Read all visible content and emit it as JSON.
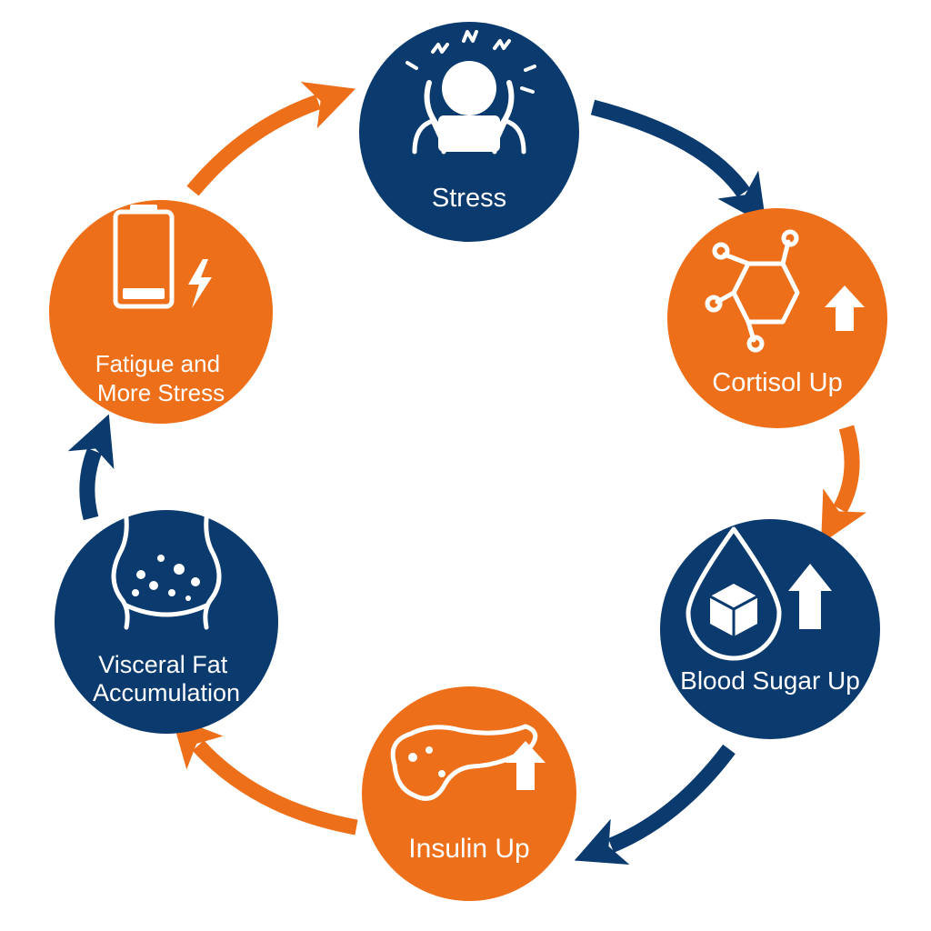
{
  "colors": {
    "navy": "#0b3a6e",
    "orange": "#ee6f19",
    "background": "#ffffff",
    "text": "#ffffff"
  },
  "nodes": [
    {
      "id": "stress",
      "label_lines": [
        "Stress"
      ],
      "color": "navy",
      "icon": "stressed-person-icon"
    },
    {
      "id": "cortisol",
      "label_lines": [
        "Cortisol Up"
      ],
      "color": "orange",
      "icon": "molecule-up-icon"
    },
    {
      "id": "blood-sugar",
      "label_lines": [
        "Blood Sugar Up"
      ],
      "color": "navy",
      "icon": "sugar-drop-up-icon"
    },
    {
      "id": "insulin",
      "label_lines": [
        "Insulin Up"
      ],
      "color": "orange",
      "icon": "pancreas-up-icon"
    },
    {
      "id": "visceral-fat",
      "label_lines": [
        "Visceral Fat",
        "Accumulation"
      ],
      "color": "navy",
      "icon": "belly-fat-icon"
    },
    {
      "id": "fatigue",
      "label_lines": [
        "Fatigue and",
        "More Stress"
      ],
      "color": "orange",
      "icon": "low-battery-icon"
    }
  ],
  "cycle_arrows": [
    {
      "from": "stress",
      "to": "cortisol",
      "color": "navy"
    },
    {
      "from": "cortisol",
      "to": "blood-sugar",
      "color": "orange"
    },
    {
      "from": "blood-sugar",
      "to": "insulin",
      "color": "navy"
    },
    {
      "from": "insulin",
      "to": "visceral-fat",
      "color": "orange"
    },
    {
      "from": "visceral-fat",
      "to": "fatigue",
      "color": "navy"
    },
    {
      "from": "fatigue",
      "to": "stress",
      "color": "orange"
    }
  ]
}
